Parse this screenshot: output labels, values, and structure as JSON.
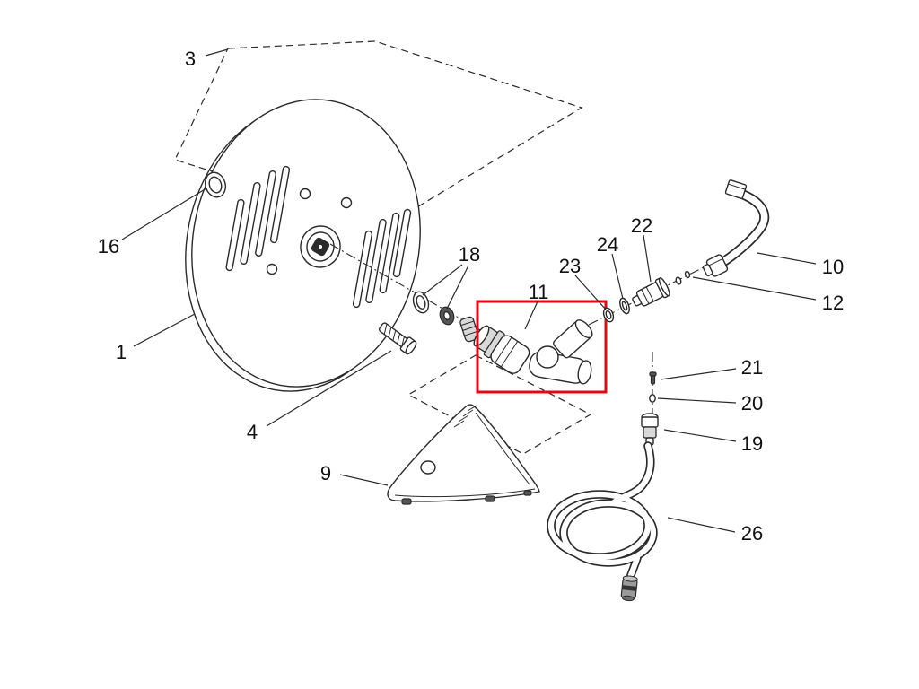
{
  "colors": {
    "highlight": "#e30613",
    "line": "#2a2a2a",
    "label": "#111111",
    "background": "#ffffff"
  },
  "highlight": {
    "part_label": "11"
  },
  "callouts": [
    {
      "label": "3"
    },
    {
      "label": "16"
    },
    {
      "label": "1"
    },
    {
      "label": "4"
    },
    {
      "label": "18"
    },
    {
      "label": "11"
    },
    {
      "label": "23"
    },
    {
      "label": "24"
    },
    {
      "label": "22"
    },
    {
      "label": "10"
    },
    {
      "label": "12"
    },
    {
      "label": "21"
    },
    {
      "label": "20"
    },
    {
      "label": "19"
    },
    {
      "label": "9"
    },
    {
      "label": "26"
    }
  ]
}
